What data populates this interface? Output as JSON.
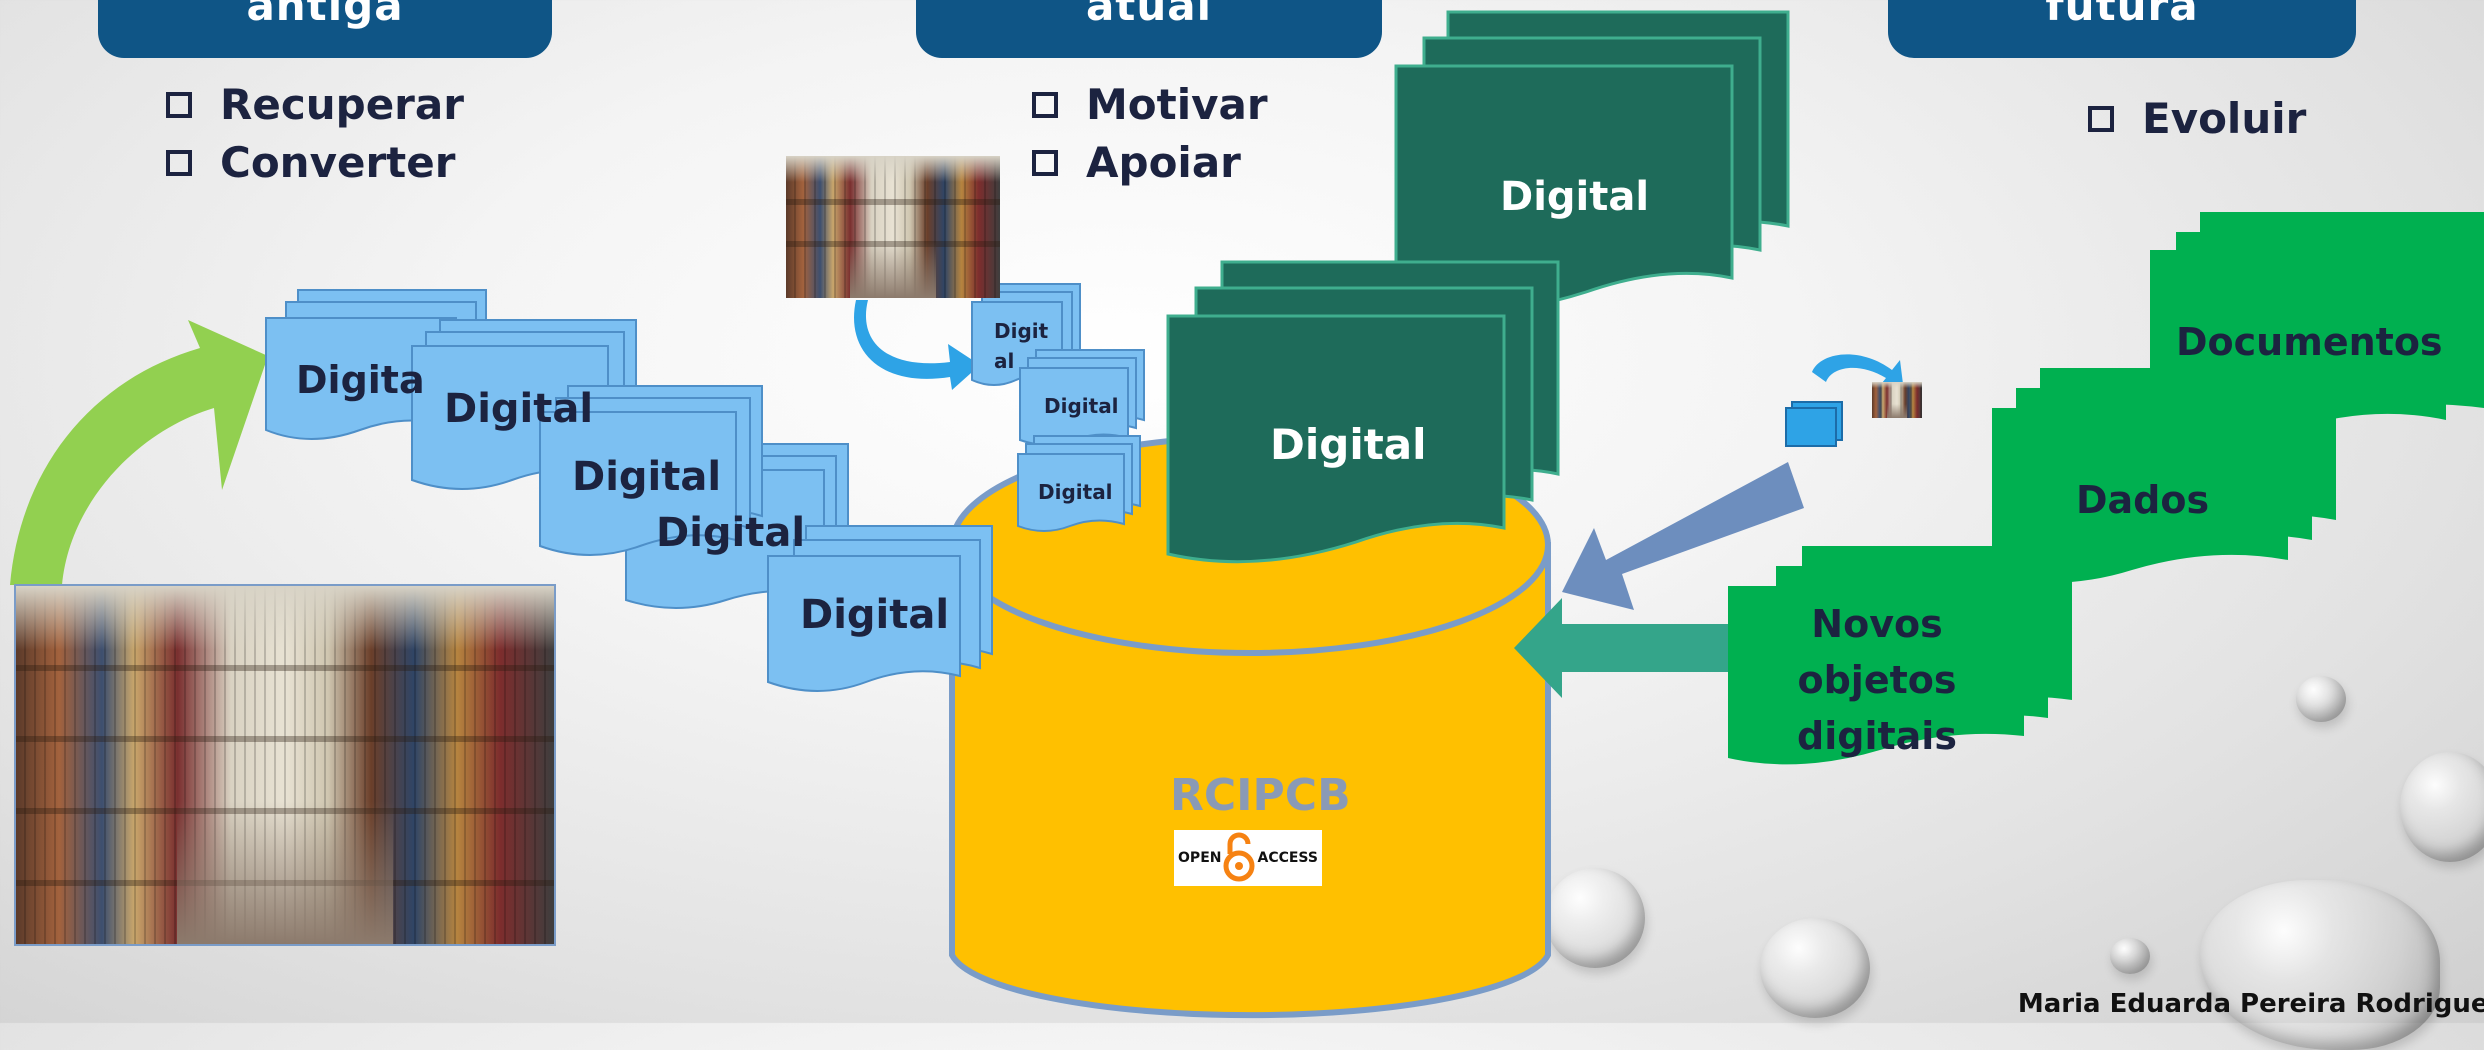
{
  "headers": {
    "left": "antiga",
    "center": "atual",
    "right": "futura"
  },
  "bullets": {
    "left": [
      "Recuperar",
      "Converter"
    ],
    "center": [
      "Motivar",
      "Apoiar"
    ],
    "right": [
      "Evoluir"
    ]
  },
  "blue_docs": [
    "Digita",
    "Digital",
    "Digital",
    "Digital",
    "Digital"
  ],
  "small_docs": [
    "Digit al",
    "Digital",
    "Digital"
  ],
  "dark_docs": [
    "Digital",
    "Digital"
  ],
  "green_docs": {
    "documentos": "Documentos",
    "dados": "Dados",
    "novos": [
      "Novos",
      "objetos",
      "digitais"
    ]
  },
  "cylinder": {
    "label": "RCIPCB",
    "badge_open": "OPEN",
    "badge_access": "ACCESS"
  },
  "author": "Maria Eduarda Pereira Rodrigues",
  "colors": {
    "header": "#0f5586",
    "blue_doc": "#7cc0f2",
    "dark_doc": "#1e6b5a",
    "green_doc": "#00b050",
    "cylinder": "#ffc000",
    "green_arrow": "#92d050"
  }
}
